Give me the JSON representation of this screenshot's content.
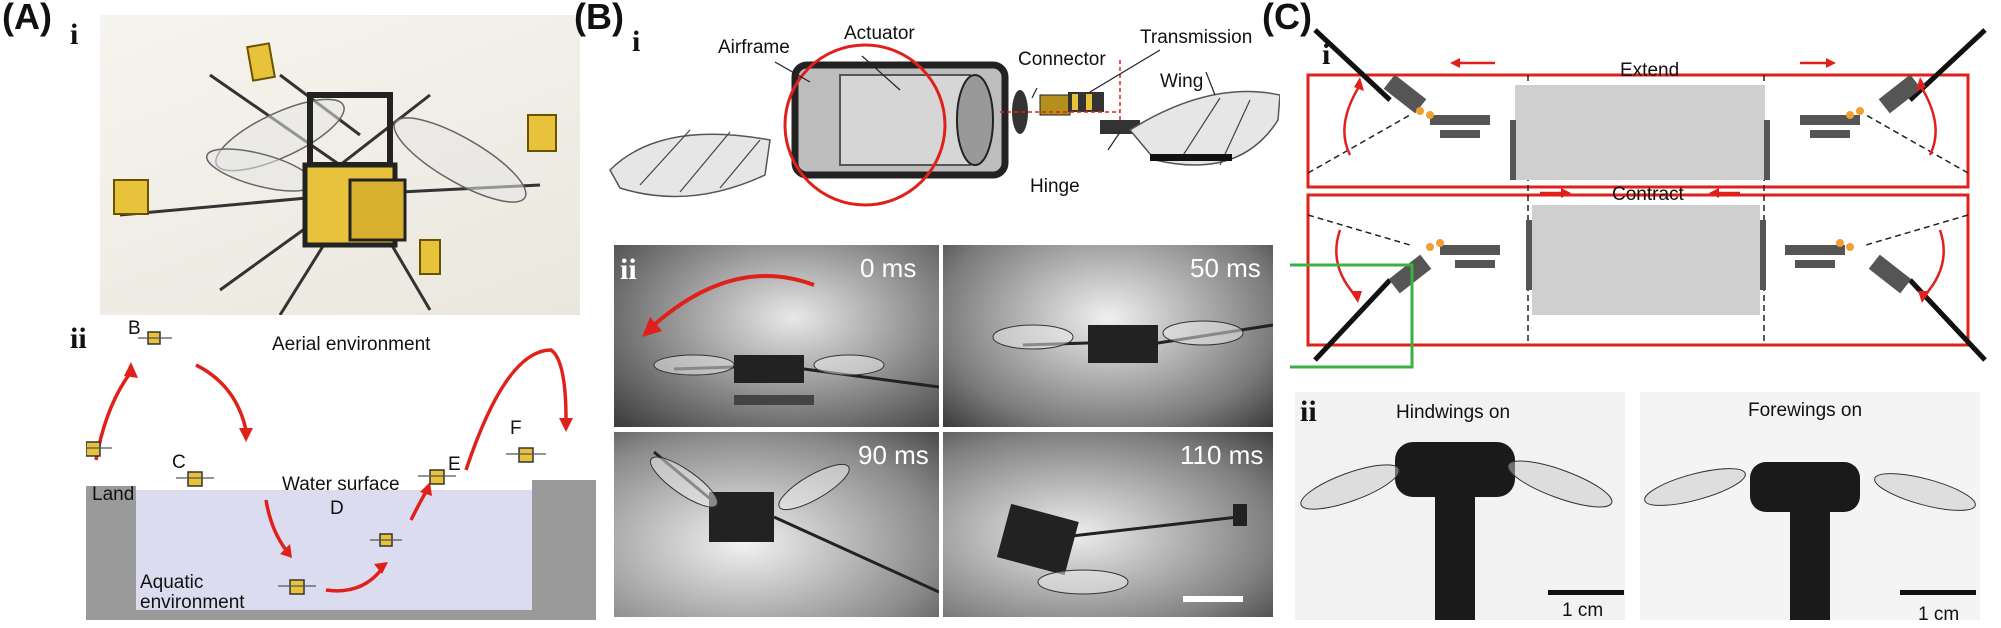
{
  "panels": {
    "A": {
      "letter": "(A)",
      "sub_i": "i",
      "sub_ii": "ii",
      "labels": {
        "B": "B",
        "C": "C",
        "D": "D",
        "E": "E",
        "F": "F",
        "aerial": "Aerial environment",
        "land": "Land",
        "water_surface": "Water surface",
        "aquatic_line1": "Aquatic",
        "aquatic_line2": "environment"
      }
    },
    "B": {
      "letter": "(B)",
      "sub_i": "i",
      "sub_ii": "ii",
      "labels": {
        "airframe": "Airframe",
        "actuator": "Actuator",
        "connector": "Connector",
        "transmission": "Transmission",
        "wing": "Wing",
        "hinge": "Hinge"
      },
      "frames": [
        "0 ms",
        "50 ms",
        "90 ms",
        "110 ms"
      ]
    },
    "C": {
      "letter": "(C)",
      "sub_i": "i",
      "sub_ii": "ii",
      "labels": {
        "extend": "Extend",
        "contract": "Contract",
        "hindwings": "Hindwings on",
        "forewings": "Forewings on",
        "scale1": "1 cm",
        "scale2": "1 cm"
      }
    }
  },
  "colors": {
    "arrow_red": "#e0201b",
    "water": "#dcdcf0",
    "ground": "#9a9a9a",
    "highlight_green": "#3cb043",
    "robot_yellow": "#e8c23a"
  }
}
